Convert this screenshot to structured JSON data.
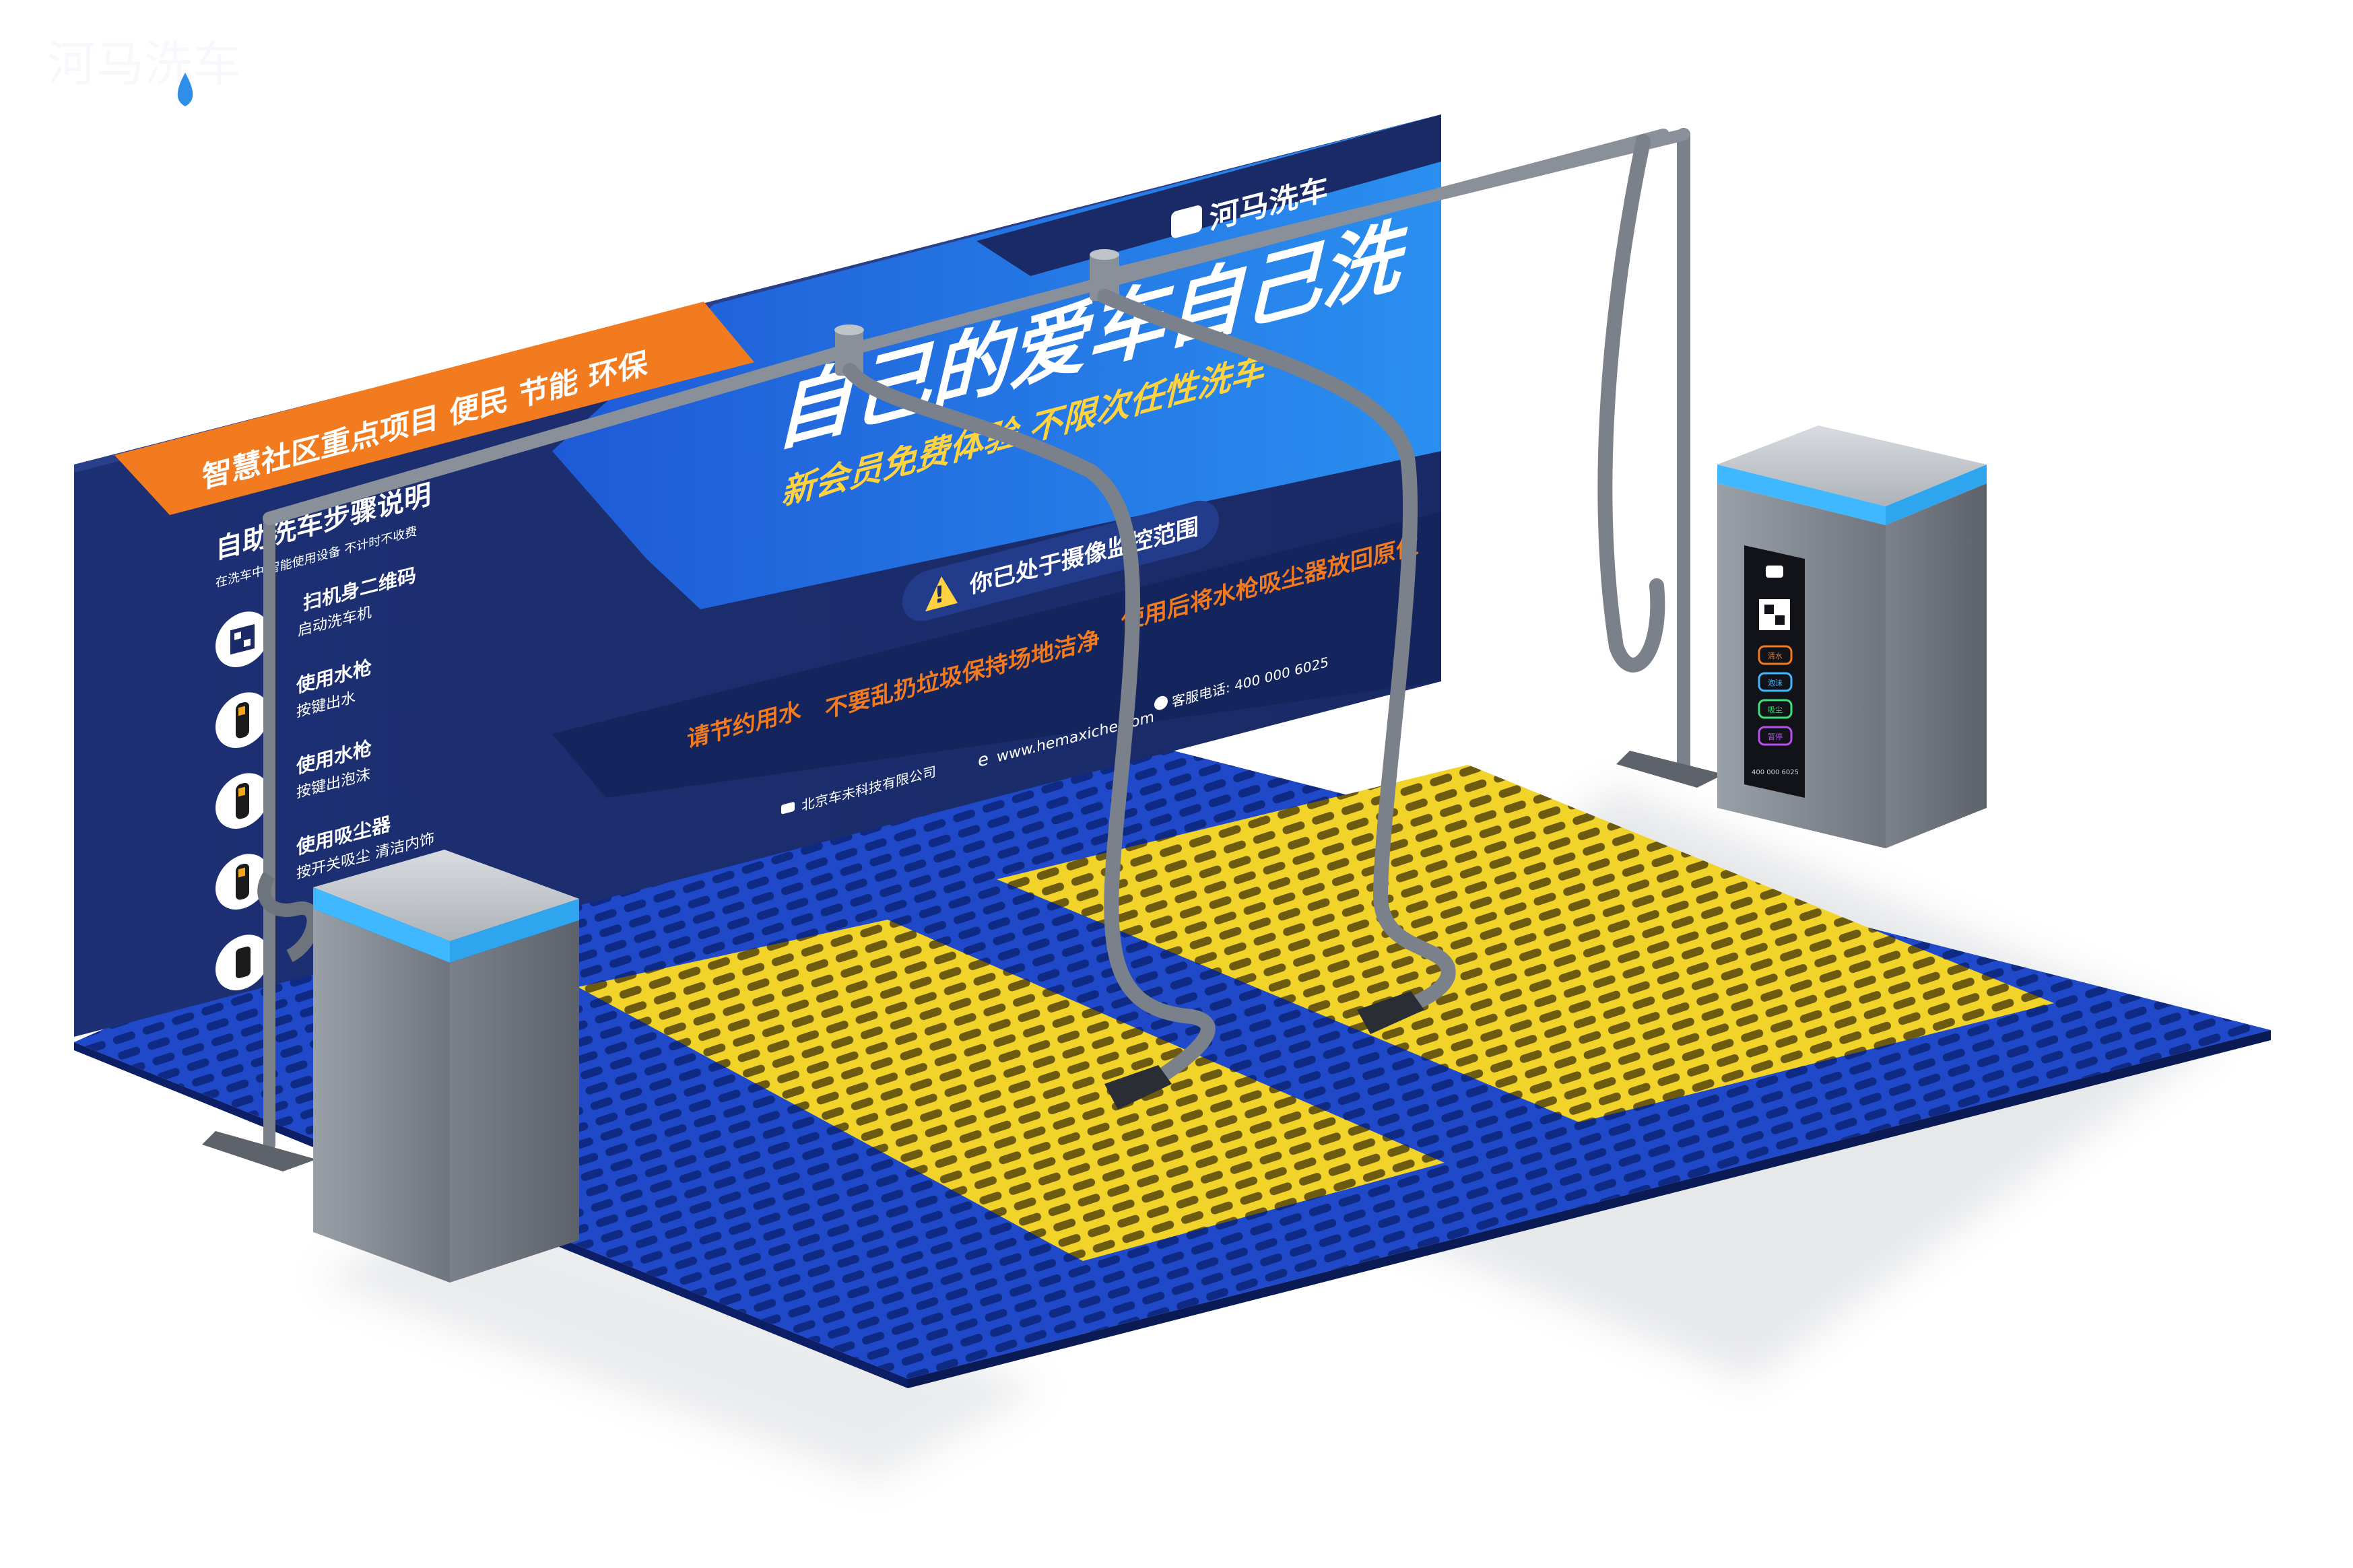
{
  "brand": {
    "logo_text": "河马洗车",
    "watermark_text": "河马洗车"
  },
  "banner": {
    "orange_tag": "智慧社区重点项目  便民 节能 环保",
    "headline": "自己的爱车自己洗",
    "subheadline": "新会员免费体验  不限次任性洗车",
    "notice": "你已处于摄像监控范围",
    "return_tip": "使用后将水枪吸尘器放回原位",
    "slogan_water": "请节约用水",
    "slogan_clean": "不要乱扔垃圾保持场地洁净",
    "phone": "客服电话: 400 000 6025",
    "website": "www.hemaxiche.com",
    "company": "北京车未科技有限公司"
  },
  "steps": {
    "title": "自助洗车步骤说明",
    "intro": "在洗车中 智能使用设备 不计时不收费",
    "items": [
      {
        "title": "扫机身二维码",
        "desc": "启动洗车机",
        "icon": "qr-code-icon"
      },
      {
        "title": "使用水枪",
        "desc": "按键出水",
        "highlight": "水",
        "icon": "water-gun-icon"
      },
      {
        "title": "使用水枪",
        "desc": "按键出泡沫",
        "highlight": "泡沫",
        "icon": "foam-gun-icon"
      },
      {
        "title": "使用吸尘器",
        "desc": "按开关吸尘 清洁内饰",
        "highlight": "开",
        "icon": "vacuum-icon"
      },
      {
        "title": "",
        "desc": "",
        "icon": "hose-icon"
      }
    ]
  },
  "kiosk_panel": {
    "labels": [
      "清水",
      "泡沫",
      "吸尘",
      "暂停"
    ],
    "footer": "400 000 6025"
  },
  "colors": {
    "navy": "#1c2f73",
    "royal": "#1f5bd8",
    "sky": "#2c8ff0",
    "orange": "#f27a1f",
    "yellow_grid": "#f2d32a",
    "floor_blue": "#1f49c9",
    "machine_grey": "#8a9099",
    "glow": "#3fb8ff"
  }
}
